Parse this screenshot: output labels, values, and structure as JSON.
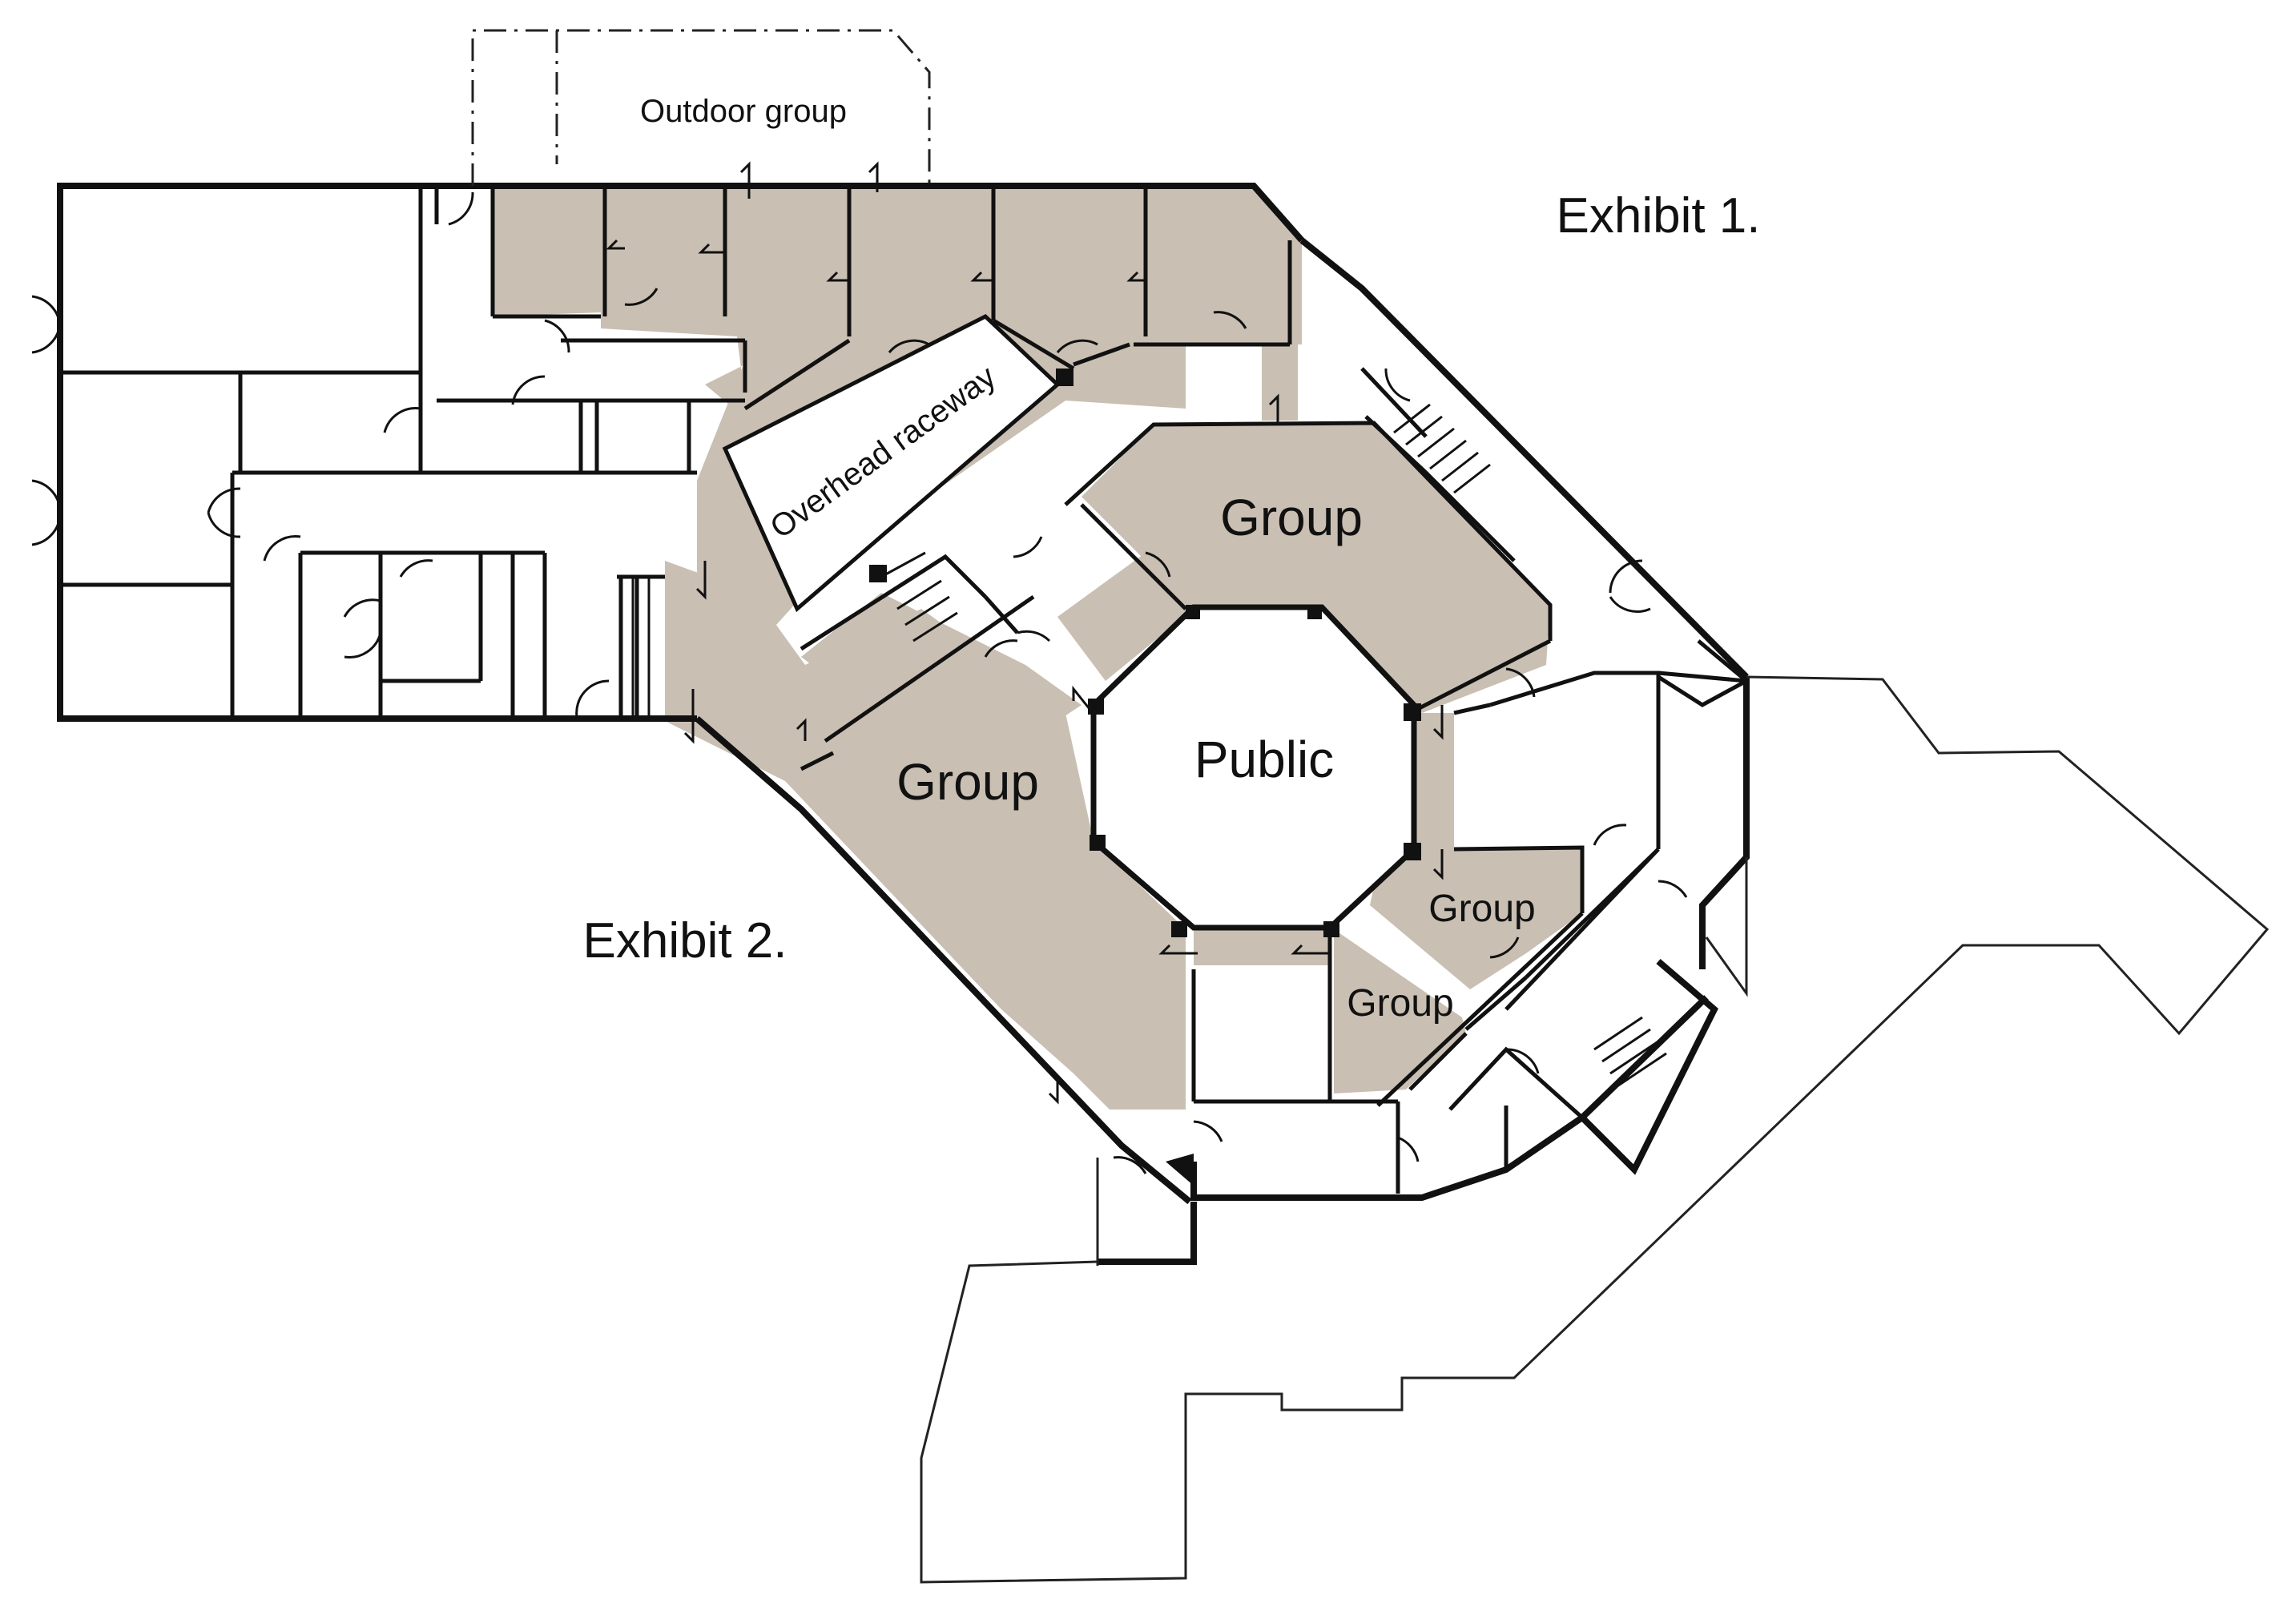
{
  "labels": {
    "outdoor_group": "Outdoor group",
    "exhibit_1": "Exhibit 1.",
    "exhibit_2": "Exhibit 2.",
    "overhead_raceway": "Overhead raceway",
    "group_upper": "Group",
    "group_left": "Group",
    "public": "Public",
    "group_small_upper": "Group",
    "group_small_lower": "Group"
  },
  "colors": {
    "shaded_area": "#c9bfb3",
    "wall": "#111111",
    "background": "#ffffff"
  }
}
